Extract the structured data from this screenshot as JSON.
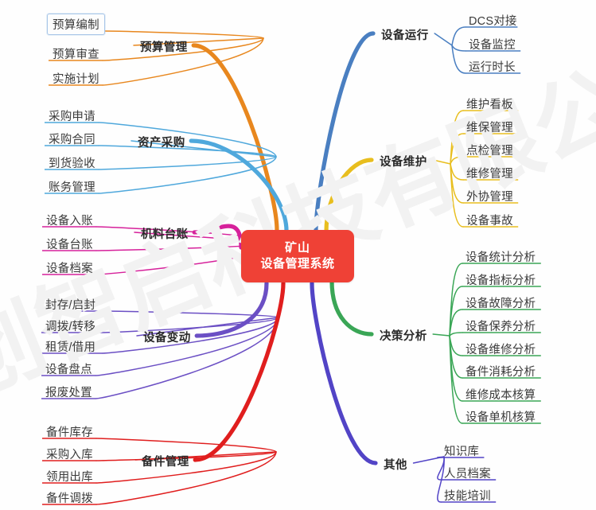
{
  "document": {
    "type": "mindmap",
    "title": "矿山设备管理系统思维导图",
    "watermark": "京创智启科技有限公司"
  },
  "root": {
    "line1": "矿山",
    "line2": "设备管理系统",
    "fill": "#ef4136",
    "text_color": "#ffffff"
  },
  "selection": {
    "node": "预算编制",
    "border_color": "#a8c6e8"
  },
  "branches": [
    {
      "id": "budget",
      "topic": "预算管理",
      "side": "left",
      "color": "#e8871e",
      "children": [
        "预算编制",
        "预算审查",
        "实施计划"
      ]
    },
    {
      "id": "procurement",
      "topic": "资产采购",
      "side": "left",
      "color": "#4fa8dc",
      "children": [
        "采购申请",
        "采购合同",
        "到货验收",
        "账务管理"
      ]
    },
    {
      "id": "ledger",
      "topic": "机料台账",
      "side": "left",
      "color": "#d6219b",
      "children": [
        "设备入账",
        "设备台账",
        "设备档案"
      ]
    },
    {
      "id": "changes",
      "topic": "设备变动",
      "side": "left",
      "color": "#6b4fc4",
      "children": [
        "封存/启封",
        "调拨/转移",
        "租赁/借用",
        "设备盘点",
        "报废处置"
      ]
    },
    {
      "id": "spareparts",
      "topic": "备件管理",
      "side": "left",
      "color": "#e01e1e",
      "children": [
        "备件库存",
        "采购入库",
        "领用出库",
        "备件调拨"
      ]
    },
    {
      "id": "operation",
      "topic": "设备运行",
      "side": "right",
      "color": "#4a7fc1",
      "children": [
        "DCS对接",
        "设备监控",
        "运行时长"
      ]
    },
    {
      "id": "maintenance",
      "topic": "设备维护",
      "side": "right",
      "color": "#e8be1e",
      "children": [
        "维护看板",
        "维保管理",
        "点检管理",
        "维修管理",
        "外协管理",
        "设备事故"
      ]
    },
    {
      "id": "analysis",
      "topic": "决策分析",
      "side": "right",
      "color": "#3aa656",
      "children": [
        "设备统计分析",
        "设备指标分析",
        "设备故障分析",
        "设备保养分析",
        "设备维修分析",
        "备件消耗分析",
        "维修成本核算",
        "设备单机核算"
      ]
    },
    {
      "id": "other",
      "topic": "其他",
      "side": "right",
      "color": "#5244c6",
      "children": [
        "知识库",
        "人员档案",
        "技能培训"
      ]
    }
  ]
}
